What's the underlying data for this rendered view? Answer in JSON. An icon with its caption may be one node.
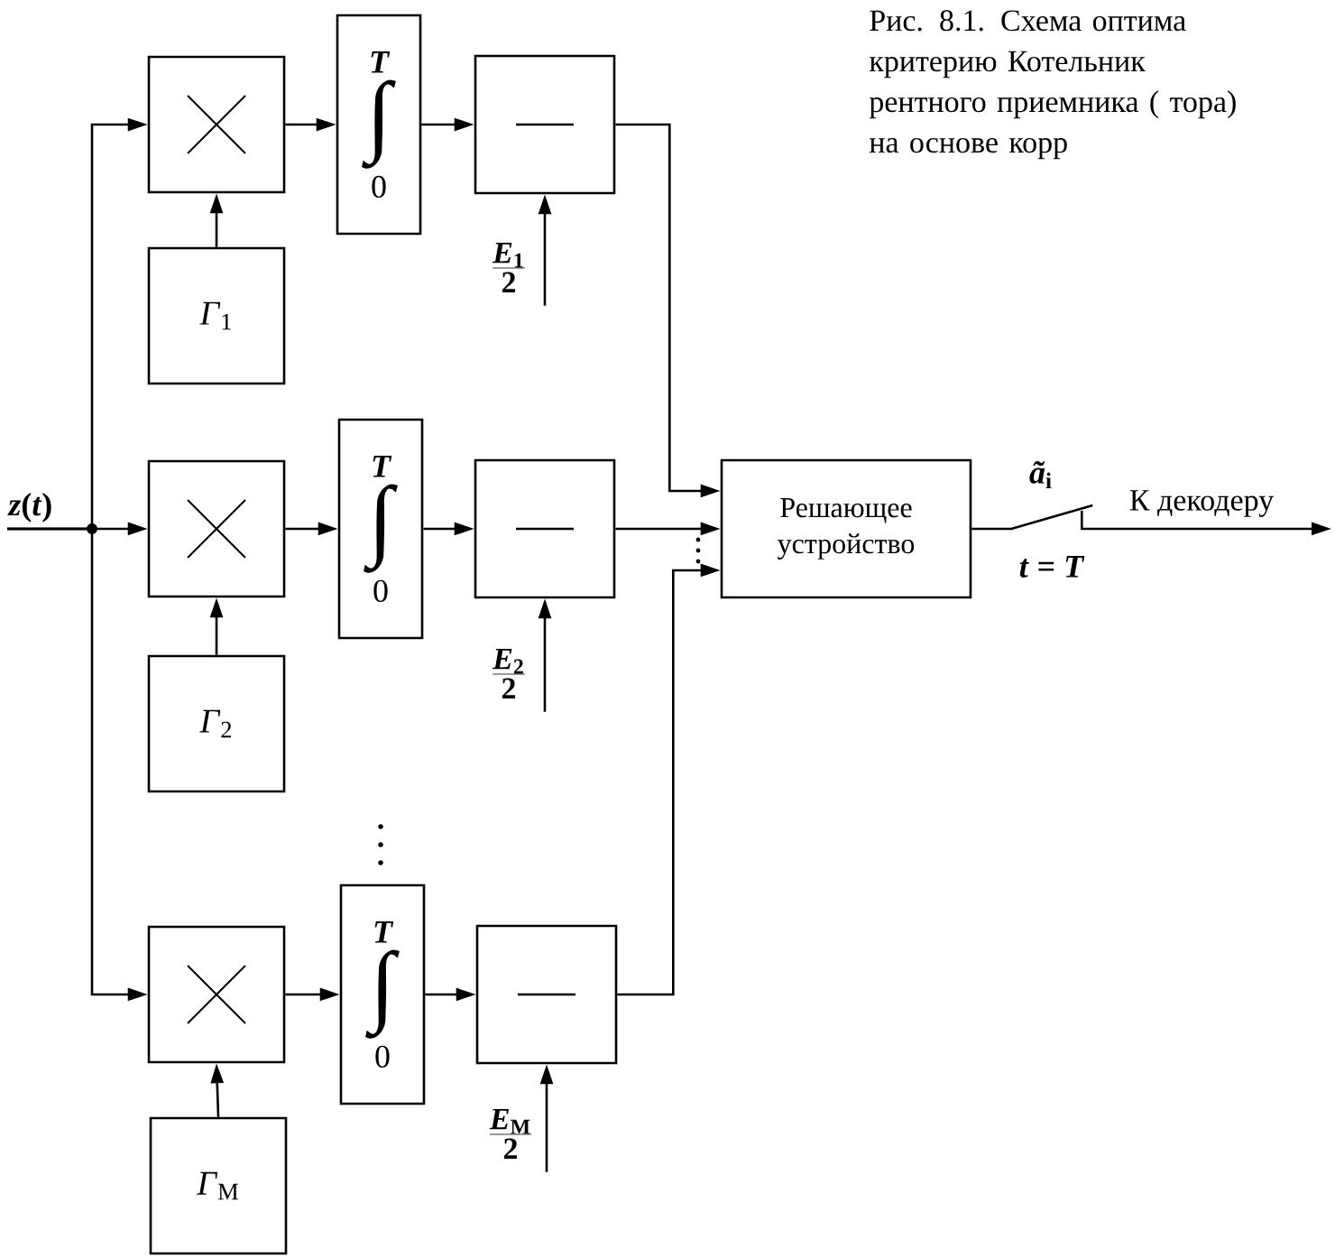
{
  "diagram": {
    "caption": "Рис. 8.1. Схема оптима критерию Котельник рентного приемника ( тора) на основе корр",
    "nodes": [
      {
        "text": [],
        "shape": "box"
      },
      {
        "text": [
          "T",
          "∫",
          "0"
        ]
      },
      {
        "text": [],
        "shape": "box"
      },
      {
        "text": [
          "*Г*$_{1}$"
        ]
      },
      {
        "text": [
          "*E*$_{1}$",
          "2"
        ]
      },
      {
        "text": [
          "*z*(*t*)"
        ]
      },
      {
        "text": [],
        "shape": "box"
      },
      {
        "text": [
          "T",
          "∫",
          "0"
        ]
      },
      {
        "text": [],
        "shape": "box"
      },
      {
        "text": [
          "Решающее устройство"
        ]
      },
      {
        "text": [
          "*Г*$_{2}$"
        ]
      },
      {
        "text": [
          "*E*$_{2}$",
          "2"
        ]
      },
      {
        "text": [],
        "shape": "box"
      },
      {
        "text": [
          "T",
          "∫",
          "0"
        ]
      },
      {
        "text": [],
        "shape": "box"
      },
      {
        "text": [
          "*Г*$_{M}$"
        ]
      },
      {
        "text": [
          "*E*$_{M}$",
          "2"
        ]
      }
    ],
    "edges": [
      {
        "from": 5,
        "to": 0,
        "arrow": "to"
      },
      {
        "from": 5,
        "to": 6,
        "arrow": "to"
      },
      {
        "from": 5,
        "to": 12,
        "arrow": "to"
      },
      {
        "from": 0,
        "to": 1,
        "arrow": "to"
      },
      {
        "from": 1,
        "to": 2,
        "arrow": "to"
      },
      {
        "from": 3,
        "to": 0,
        "arrow": "to"
      },
      {
        "from": 4,
        "to": 2,
        "arrow": "to"
      },
      {
        "from": 2,
        "to": 9,
        "arrow": "to"
      },
      {
        "from": 6,
        "to": 7,
        "arrow": "to"
      },
      {
        "from": 7,
        "to": 8,
        "arrow": "to"
      },
      {
        "from": 10,
        "to": 6,
        "arrow": "to"
      },
      {
        "from": 11,
        "to": 8,
        "arrow": "to"
      },
      {
        "from": 8,
        "to": 9,
        "arrow": "to"
      },
      {
        "from": 12,
        "to": 13,
        "arrow": "to"
      },
      {
        "from": 13,
        "to": 14,
        "arrow": "to"
      },
      {
        "from": 15,
        "to": 12,
        "arrow": "to"
      },
      {
        "from": 16,
        "to": 14,
        "arrow": "to"
      },
      {
        "from": 14,
        "to": 9,
        "arrow": "to"
      },
      {
        "from": 9,
        "to": null,
        "arrow": "to",
        "label": "К декодеру"
      }
    ],
    "labels": [
      "*ã*$_{i}$",
      "*t* = *T*"
    ]
  }
}
